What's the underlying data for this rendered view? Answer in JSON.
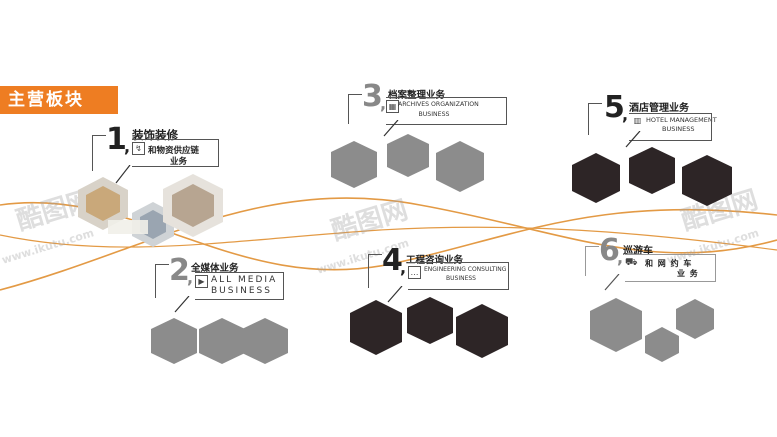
{
  "banner": {
    "title": "主营板块"
  },
  "sections": [
    {
      "num": "1",
      "cn": "装饰装修",
      "sub_cn": [
        "和物资供应链",
        "业务"
      ],
      "en": []
    },
    {
      "num": "2",
      "cn": "全媒体业务",
      "sub_cn": [],
      "en": [
        "ALL MEDIA",
        "BUSINESS"
      ]
    },
    {
      "num": "3",
      "cn": "档案整理业务",
      "sub_cn": [],
      "en": [
        "ARCHIVES ORGANIZATION",
        "BUSINESS"
      ]
    },
    {
      "num": "4",
      "cn": "工程咨询业务",
      "sub_cn": [],
      "en": [
        "ENGINEERING CONSULTING",
        "BUSINESS"
      ]
    },
    {
      "num": "5",
      "cn": "酒店管理业务",
      "sub_cn": [],
      "en": [
        "HOTEL MANAGEMENT",
        "BUSINESS"
      ]
    },
    {
      "num": "6",
      "cn": "巡游车",
      "sub_cn": [
        "和 网 约 车",
        "业 务"
      ],
      "en": []
    }
  ],
  "watermark": {
    "brand": "酷图网",
    "url": "www.ikutu.com"
  },
  "colors": {
    "accent": "#ee7d22",
    "hex_gray": "#8c8c8c",
    "hex_dark": "#2d2526",
    "wave": "#e39a45"
  }
}
